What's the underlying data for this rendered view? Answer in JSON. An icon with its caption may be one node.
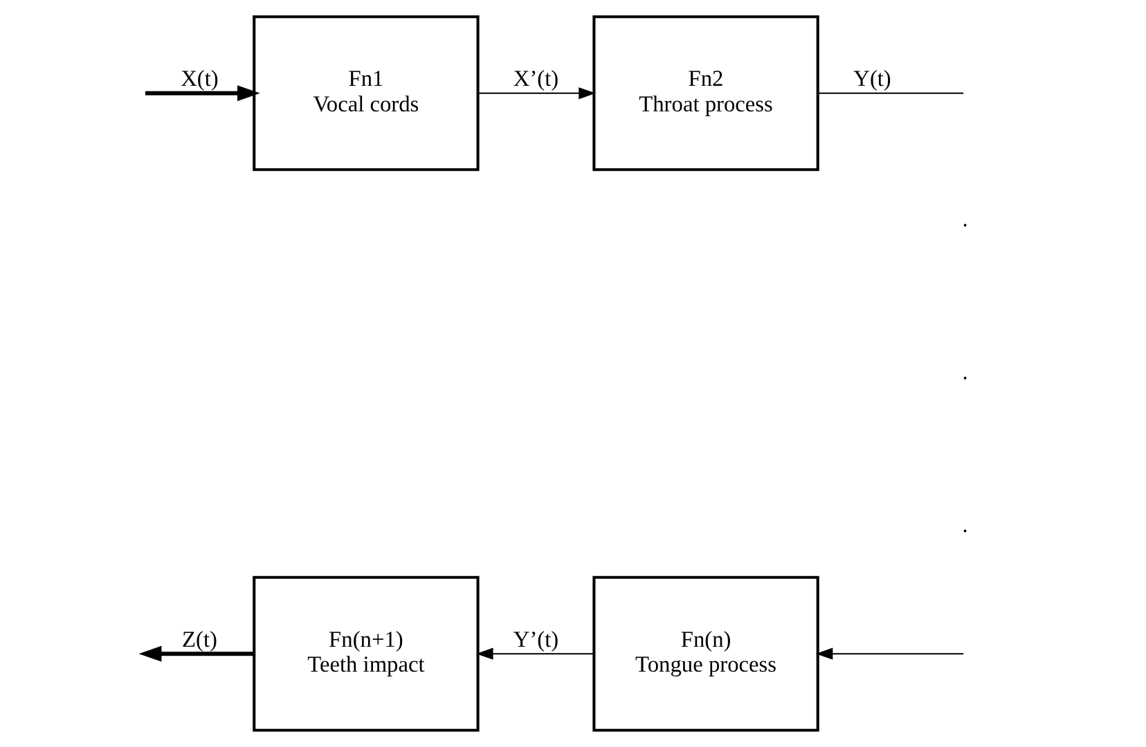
{
  "diagram": {
    "nodes": [
      {
        "text": [
          "Fn1",
          "Vocal cords"
        ]
      },
      {
        "text": [
          "Fn2",
          "Throat process"
        ]
      },
      {
        "text": [
          "Fn(n)",
          "Tongue process"
        ]
      },
      {
        "text": [
          "Fn(n+1)",
          "Teeth impact"
        ]
      }
    ],
    "edges": [
      {
        "from": null,
        "to": 0,
        "arrow": "to",
        "label": "X(t)",
        "style": "thick"
      },
      {
        "from": 0,
        "to": 1,
        "arrow": "to",
        "label": "X’(t)"
      },
      {
        "from": 1,
        "to": null,
        "arrow": "none",
        "label": "Y(t)"
      },
      {
        "from": null,
        "to": 2,
        "arrow": "to"
      },
      {
        "from": 2,
        "to": 3,
        "arrow": "to",
        "label": "Y’(t)"
      },
      {
        "from": 3,
        "to": null,
        "arrow": "to",
        "label": "Z(t)",
        "style": "thick"
      }
    ],
    "labels": [
      ".",
      ".",
      "."
    ]
  }
}
